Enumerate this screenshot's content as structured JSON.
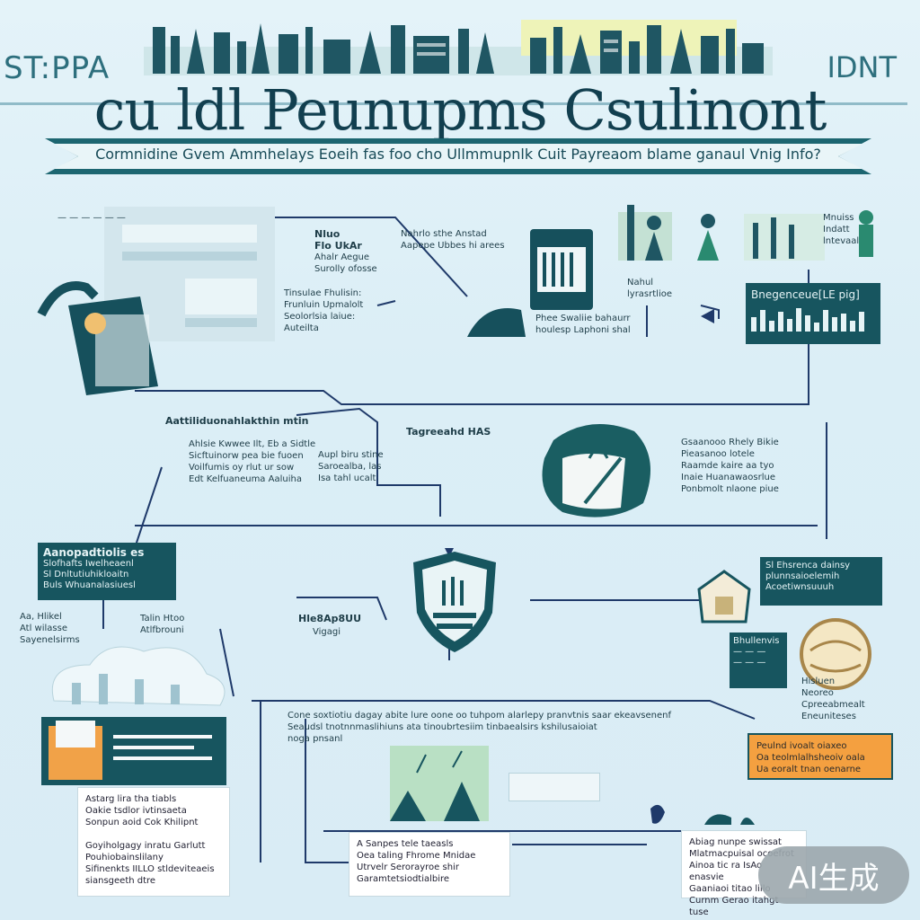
{
  "header": {
    "left_text": "ST:PPA",
    "right_text": "IDNT",
    "title": "cu ldl Peunupms Csulinont",
    "ribbon": "Cormnidine Gvem Ammhelays Eoeih fas  foo cho Ullmmupnlk Cuit Payreaom blame ganaul Vnig Info?"
  },
  "nodes": {
    "top_left_caption": "— — — — — —",
    "top_mid_title": "Nluo\nFlo UkAr",
    "top_mid_body": "Ahalr Aegue\nSurolly ofosse",
    "top_center_lines": "Nahrlo sthe Anstad\nAapepe Ubbes hi arees",
    "mid_left_text": "Tinsulae Fhulisin:\nFrunluin Upmalolt\nSeolorlsia laiue:\nAuteilta",
    "device_caption": "Phee Swaliie bahaurr\nhoulesp Laphoni shal",
    "monitor_label_top": "Nahul\nlyrasrtlioe",
    "dark_panel_label": "Bnegenceue[LE pig]",
    "right_top_tags": "Mnuiss\nIndatt\nlntevaal",
    "mid_row_title": "Aattiliduonahlakthin mtin",
    "mid_row_body": "Ahlsie Kwwee Ilt, Eb a Sidtle\nSicftuinorw pea bie fuoen\nVoilfumis oy rlut ur sow\nEdt Kelfuaneuma Aaluiha",
    "mid_center_title": "Tagreeahd HAS",
    "mid_center_body": "Aupl biru stine\nSaroealba, las\nIsa tahl ucalt",
    "right_mid_text": "Gsaanooo Rhely Bikie\nPieasanoo lotele\nRaamde kaire aa tyo\nInaie Huanawaosrlue\nPonbmolt nlaone piue",
    "left_dark_box_title": "Aanopadtiolis es",
    "left_dark_box_body": "Slofhafts Iwelheaenl\nSl Dnltutiuhikloaitn\nBuls Whuanalasiuesl",
    "left_small_a": "Aa, Hlikel\nAtl wilasse\nSayenelsirms",
    "left_small_b": "Talin Htoo\nAtlfbrouni",
    "center_label": "Hle8Ap8UU",
    "center_label_sub": "Vigagi",
    "right_dark_box": "Sl Ehsrenca dainsy\nplunnsaioelemih\nAcoetiwnsuuuh",
    "right_small_dark": "Bhullenvis\n— — —\n— — —",
    "right_small_text": "Hisluen\nNeoreo\nCpreeabmealt\nEneuniteses",
    "bottom_center_text": "Cone soxtiotiu dagay abite lure oone oo tuhpom alarlepy pranvtnis saar ekeavsenenf\nSeaudsl tnotnnmaslihiuns ata tinoubrtesiim tinbaealsirs kshilusaioiat\nnoga pnsanl",
    "bottom_left_box": "Astarg lira tha tiabls\nOakie tsdlor ivtinsaeta\nSonpun aoid Cok Khilipnt\n\nGoyiholgagy inratu Garlutt\nPouhiobainslilany\nSifinenkts IILLO stldeviteaeis\nsiansgeeth dtre",
    "bottom_center_box": "A  Sanpes tele taeasls\nOea taling Fhrome Mnidae\nUtrvelr Serorayroe shir\nGaramtetsiodtialbire",
    "bottom_right_box": "Abiag nunpe swissat\nMlatmacpuisal ocoefrot\nAinoa tic ra IsAo enasvie\nGaaniaoi titao lillo\nCurnm Gerao itahgt tuse",
    "orange_box": "Peulnd ivoalt oiaxeo\nOa teolmlalhsheoiv oala\nUa eoralt tnan oenarne"
  },
  "badge": "AI生成",
  "colors": {
    "teal": "#17555f",
    "accent": "#2d6f7d",
    "orange": "#f4a040",
    "line": "#1f3a6a",
    "bg": "#dbeef6"
  }
}
